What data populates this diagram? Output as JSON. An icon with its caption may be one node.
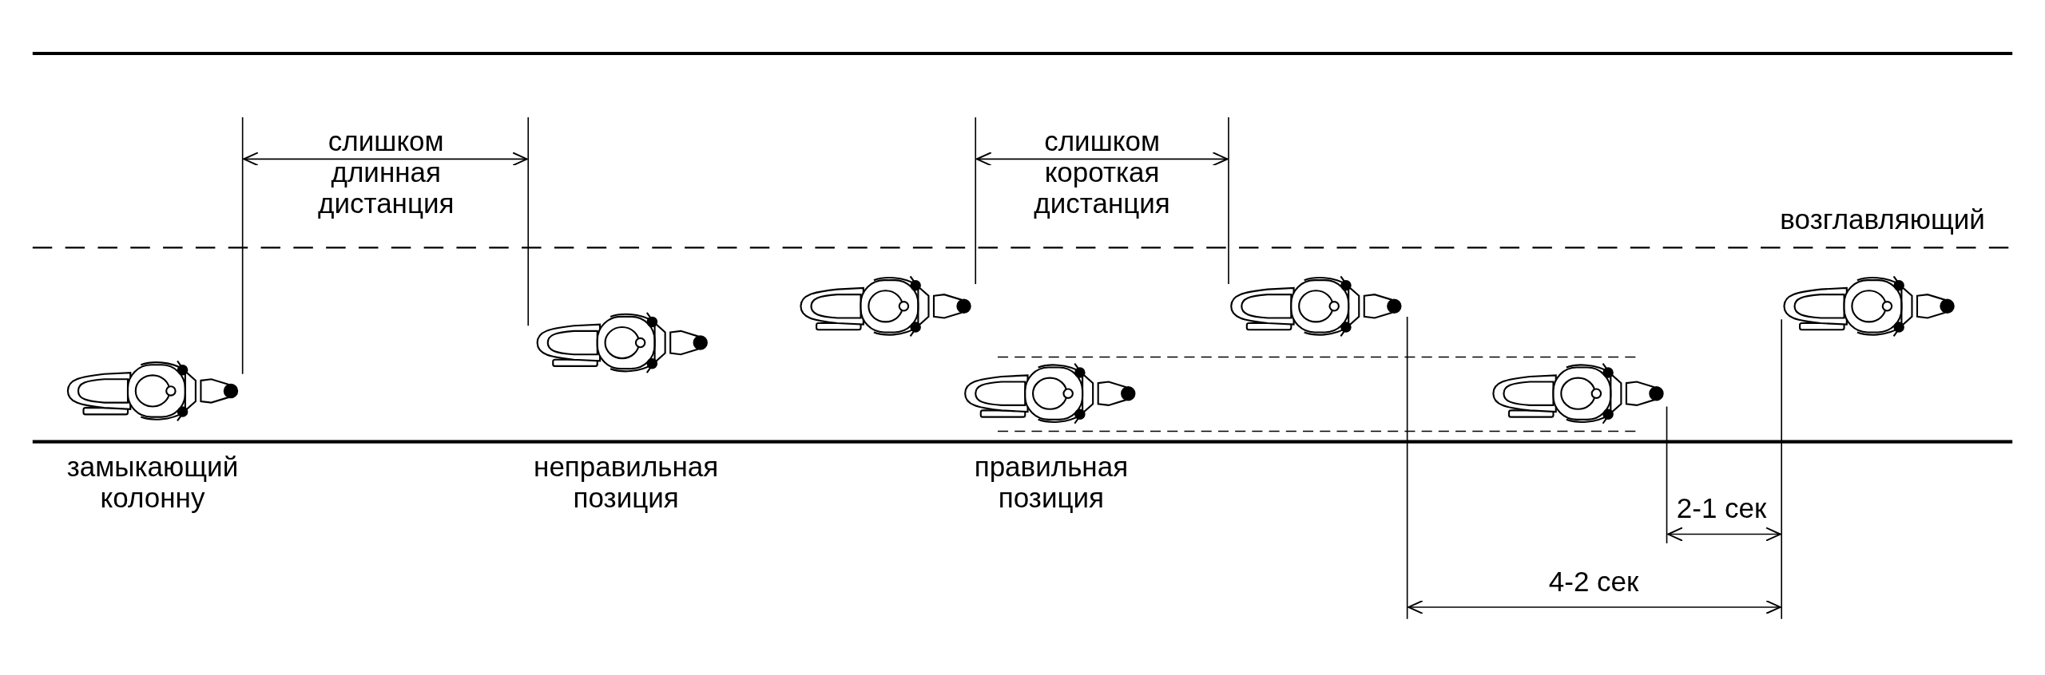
{
  "diagram": {
    "labels": [
      "слишком длинная дистанция",
      "слишком короткая дистанция",
      "возглавляющий",
      "замыкающий колонну",
      "неправильная позиция",
      "правильная позиция",
      "2-1 сек",
      "4-2 сек"
    ]
  }
}
